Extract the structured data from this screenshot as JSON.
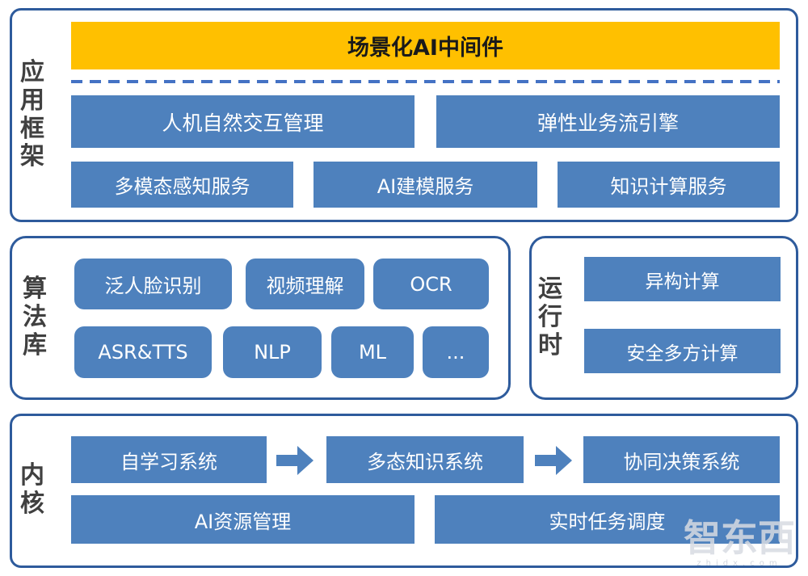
{
  "colors": {
    "blue": "#4E81BD",
    "orange": "#FFC000",
    "border": "#2E5B9C",
    "dash": "#4472C4",
    "label": "#404040"
  },
  "app_framework": {
    "label": "应用框架",
    "top_bar": "场景化AI中间件",
    "row2": [
      "人机自然交互管理",
      "弹性业务流引擎"
    ],
    "row3": [
      "多模态感知服务",
      "AI建模服务",
      "知识计算服务"
    ]
  },
  "algorithm_library": {
    "label": "算法库",
    "row1": [
      "泛人脸识别",
      "视频理解",
      "OCR"
    ],
    "row2": [
      "ASR&TTS",
      "NLP",
      "ML",
      "..."
    ]
  },
  "runtime": {
    "label": "运行时",
    "boxes": [
      "异构计算",
      "安全多方计算"
    ]
  },
  "kernel": {
    "label": "内核",
    "flow": [
      "自学习系统",
      "多态知识系统",
      "协同决策系统"
    ],
    "row2": [
      "AI资源管理",
      "实时任务调度"
    ]
  },
  "watermark": {
    "text": "智东西",
    "subtext": "zhidx.com"
  }
}
